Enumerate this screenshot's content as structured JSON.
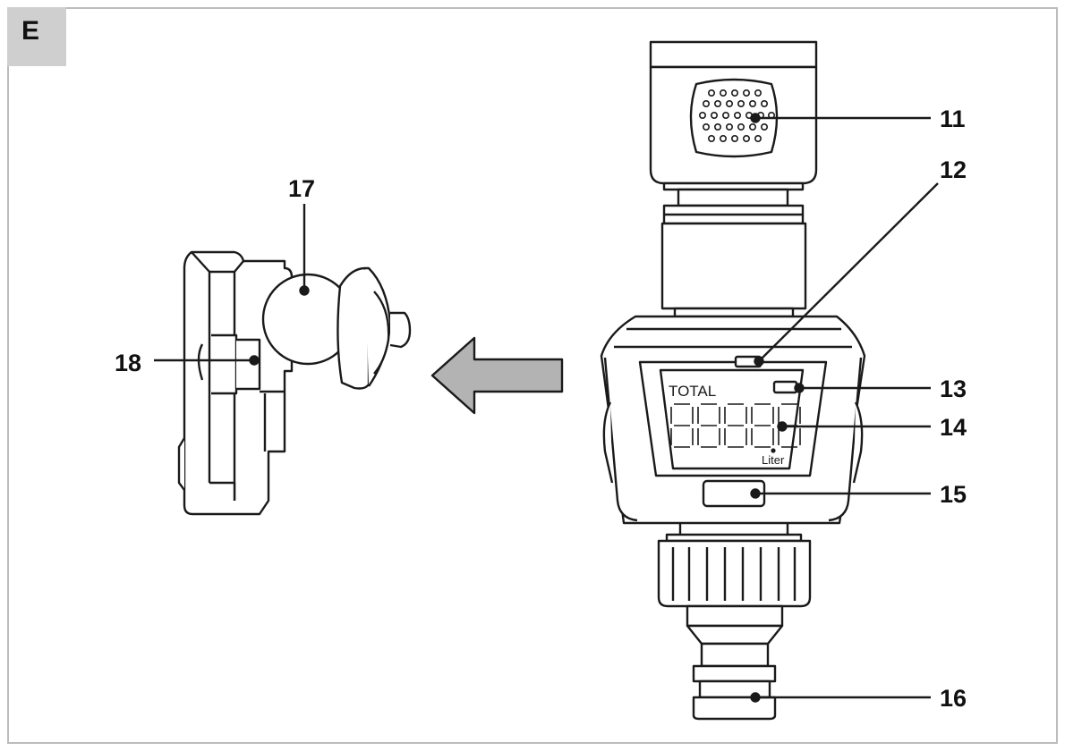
{
  "figure": {
    "section_label": "E",
    "callouts": {
      "c11": "11",
      "c12": "12",
      "c13": "13",
      "c14": "14",
      "c15": "15",
      "c16": "16",
      "c17": "17",
      "c18": "18"
    },
    "display": {
      "total_label": "TOTAL",
      "digits": "8888.8",
      "unit_label": "Liter"
    },
    "colors": {
      "line": "#1a1a1a",
      "arrow_fill": "#b3b3b3",
      "tag_fill": "#cfcfcf",
      "frame": "#bdbdbd"
    }
  }
}
